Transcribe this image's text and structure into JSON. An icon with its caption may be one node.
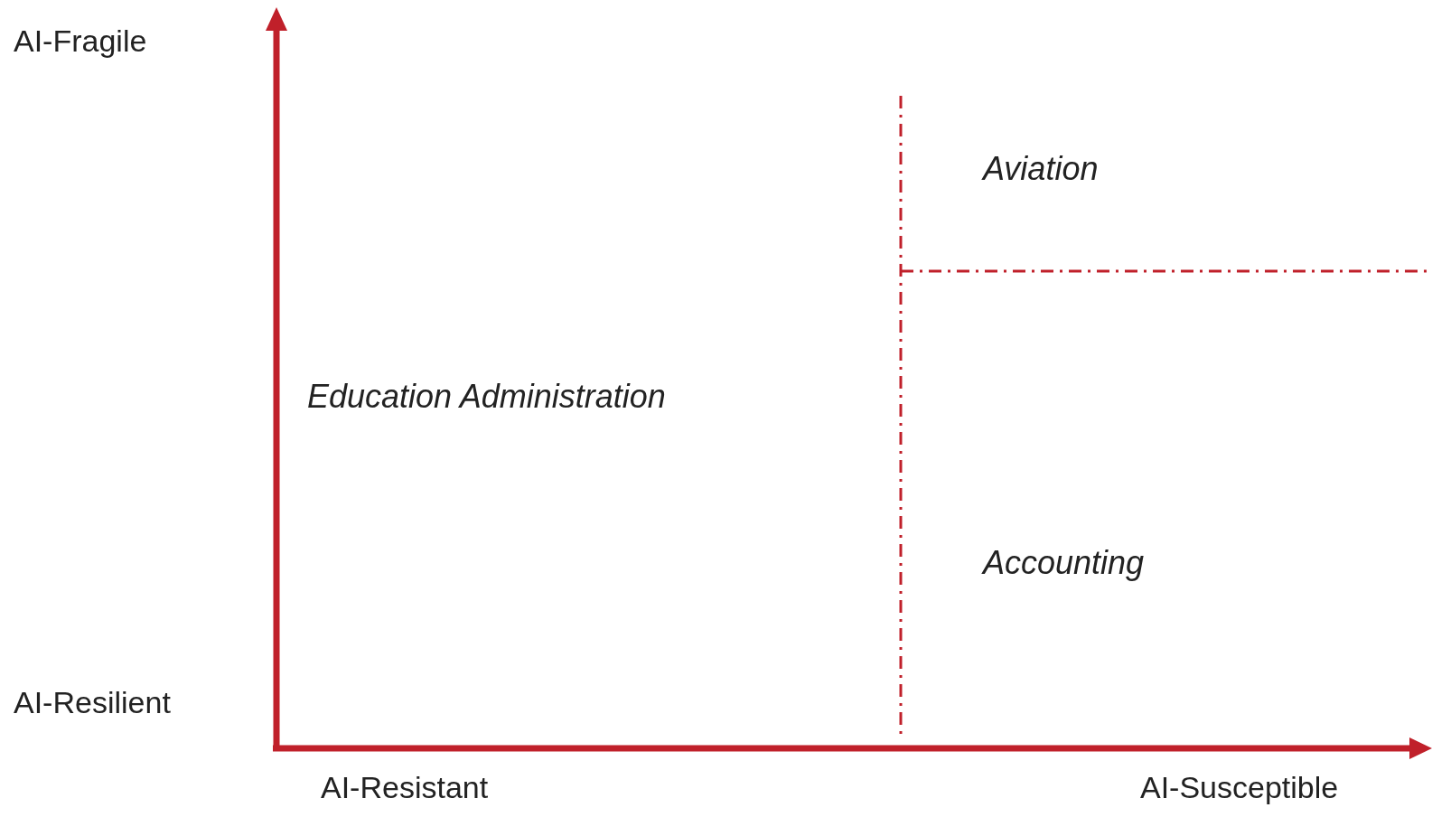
{
  "diagram": {
    "labels": [
      "AI-Fragile",
      "Aviation",
      "Education Administration",
      "Accounting",
      "AI-Resilient",
      "AI-Resistant",
      "AI-Susceptible"
    ]
  }
}
